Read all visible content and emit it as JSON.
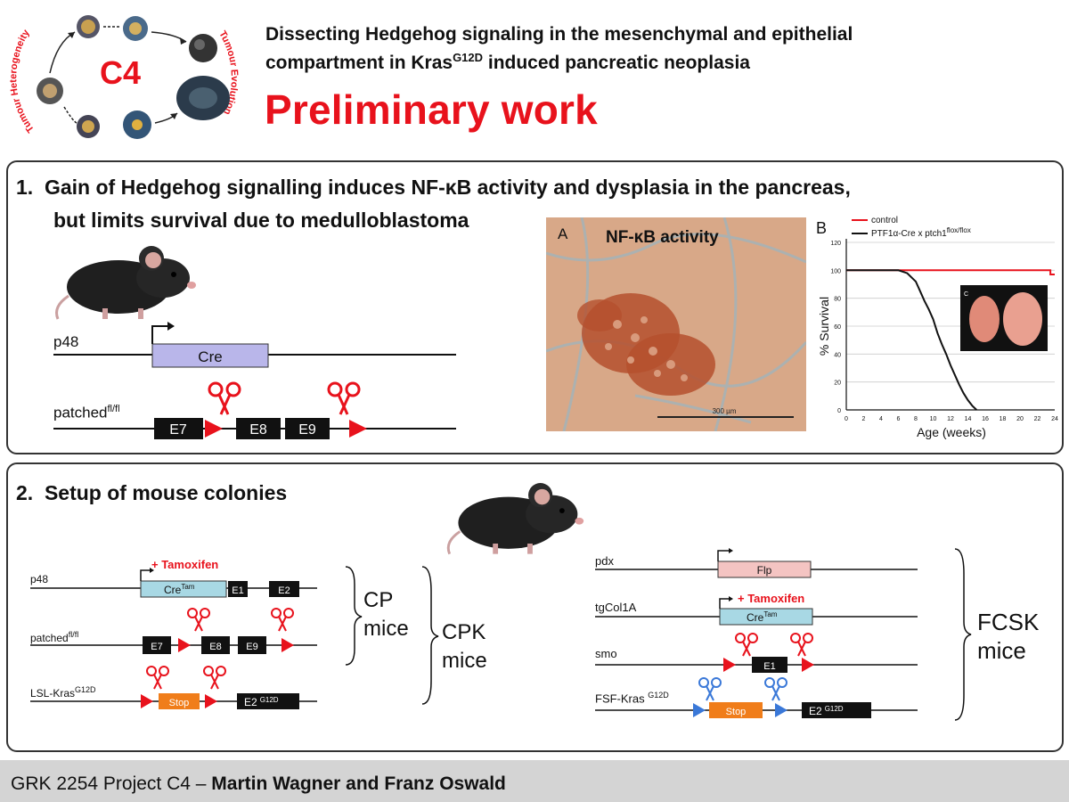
{
  "logo": {
    "label": "C4",
    "left_arc_text": "Tumour Heterogeneity",
    "right_arc_text": "Tumour Evolution"
  },
  "header": {
    "title_line1": "Dissecting Hedgehog signaling in the mesenchymal and epithelial",
    "title_line2_pre": "compartment in Kras",
    "title_line2_sup": "G12D",
    "title_line2_post": " induced pancreatic neoplasia",
    "heading": "Preliminary work"
  },
  "section1": {
    "number": "1.",
    "title_line1": "Gain of Hedgehog signalling induces NF-κB activity and dysplasia in the pancreas,",
    "title_line2": "but limits survival due to medulloblastoma",
    "gene1_label": "p48",
    "gene1_box": "Cre",
    "gene2_label": "patched",
    "gene2_sup": "fl/fl",
    "exons": [
      "E7",
      "E8",
      "E9"
    ],
    "micro_letter": "A",
    "micro_title": "NF-κB activity",
    "micro_scale": "300 µm"
  },
  "chart_data": {
    "type": "line",
    "panel_letter": "B",
    "xlabel": "Age (weeks)",
    "ylabel": "% Survival",
    "xlim": [
      0,
      24
    ],
    "ylim": [
      0,
      120
    ],
    "x_ticks": [
      0,
      2,
      4,
      6,
      8,
      10,
      12,
      14,
      16,
      18,
      20,
      22,
      24
    ],
    "y_ticks": [
      0,
      20,
      40,
      60,
      80,
      100,
      120
    ],
    "legend": "top",
    "inset_letter": "C",
    "series": [
      {
        "name": "control",
        "color": "#e8121c",
        "x": [
          0,
          24
        ],
        "y": [
          100,
          100
        ],
        "points": [
          [
            0,
            100
          ],
          [
            6,
            100
          ],
          [
            23.5,
            100
          ],
          [
            23.5,
            97
          ],
          [
            24,
            97
          ]
        ]
      },
      {
        "name_pre": "PTF1α-Cre x ptch1",
        "name_sup": "flox/flox",
        "color": "#111111",
        "points": [
          [
            0,
            100
          ],
          [
            6,
            100
          ],
          [
            7,
            98
          ],
          [
            8,
            92
          ],
          [
            8.5,
            85
          ],
          [
            9,
            78
          ],
          [
            9.5,
            72
          ],
          [
            10,
            65
          ],
          [
            10.5,
            55
          ],
          [
            11,
            47
          ],
          [
            11.5,
            40
          ],
          [
            12,
            32
          ],
          [
            12.5,
            25
          ],
          [
            13,
            18
          ],
          [
            13.5,
            12
          ],
          [
            14,
            7
          ],
          [
            14.5,
            3
          ],
          [
            15,
            0
          ]
        ]
      }
    ]
  },
  "section2": {
    "number": "2.",
    "title": "Setup of mouse colonies",
    "left_genes": [
      {
        "label": "p48",
        "sup": ""
      },
      {
        "label": "patched",
        "sup": "fl/fl"
      },
      {
        "label": "LSL-Kras",
        "sup": "G12D"
      }
    ],
    "tamoxifen": "+ Tamoxifen",
    "cre_tam": "Cre",
    "cre_tam_sup": "Tam",
    "e1": "E1",
    "e2": "E2",
    "e7": "E7",
    "e8": "E8",
    "e9": "E9",
    "stop": "Stop",
    "e2g12d": "E2",
    "e2g12d_sup": "G12D",
    "cp_line1": "CP",
    "cp_line2": "mice",
    "cpk_line1": "CPK",
    "cpk_line2": "mice",
    "right_genes": [
      {
        "label": "pdx",
        "sup": ""
      },
      {
        "label": "tgCol1A",
        "sup": ""
      },
      {
        "label": "smo",
        "sup": ""
      },
      {
        "label": "FSF-Kras ",
        "sup": "G12D"
      }
    ],
    "flp": "Flp",
    "fcsk_line1": "FCSK",
    "fcsk_line2": "mice"
  },
  "footer": {
    "pre": "GRK 2254 Project C4 – ",
    "authors": "Martin Wagner and Franz Oswald"
  },
  "colors": {
    "accent_red": "#e8121c",
    "cre_box": "#b9b6ea",
    "cre_tam_box": "#a8d8e4",
    "flp_box": "#f4c4c2",
    "stop_box": "#f07d1a",
    "loxp": "#e8121c",
    "frt": "#3a78d8"
  }
}
